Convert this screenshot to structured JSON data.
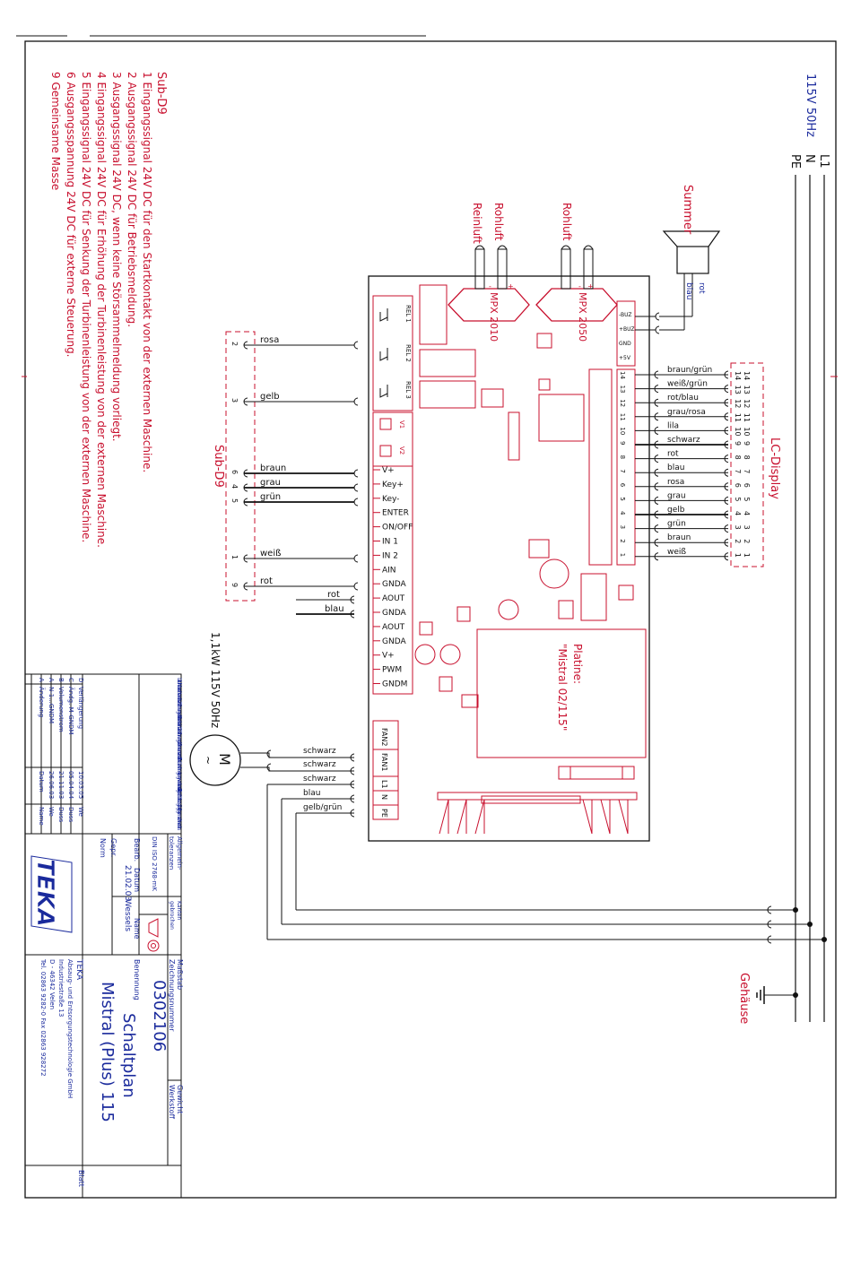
{
  "power": {
    "label": "115V 50Hz",
    "lines": [
      "L1",
      "N",
      "PE"
    ]
  },
  "housing_label": "Gehäuse",
  "summer": {
    "label": "Summer",
    "wires": [
      "rot",
      "blau"
    ]
  },
  "sensors": [
    {
      "name": "MPX 2050",
      "tube1": "Rohluft"
    },
    {
      "name": "MPX 2010",
      "tube1": "Rohluft",
      "tube2": "Reinluft"
    }
  ],
  "sensor_pins": [
    "-BUZ",
    "+BUZ",
    "GND",
    "+5V"
  ],
  "board_label": [
    "Platine:",
    "\"Mistral 02/115\""
  ],
  "relays": [
    "REL 1",
    "REL 2",
    "REL 3"
  ],
  "v_labels": [
    "V1",
    "V2"
  ],
  "terminals_upper": [
    "V+",
    "Key+",
    "Key-",
    "ENTER",
    "ON/OFF",
    "IN 1",
    "IN 2",
    "AIN",
    "GNDA",
    "AOUT",
    "GNDA",
    "AOUT",
    "GNDA",
    "V+",
    "PWM",
    "GNDM"
  ],
  "terminals_lower": [
    "FAN2",
    "FAN1",
    "L1",
    "N",
    "PE"
  ],
  "sub_d9": {
    "title": "Sub-D9",
    "pins": [
      {
        "pin": "2",
        "color": "rosa"
      },
      {
        "pin": "3",
        "color": "gelb"
      },
      {
        "pin": "6",
        "color": "braun"
      },
      {
        "pin": "4",
        "color": "grau"
      },
      {
        "pin": "5",
        "color": "grün"
      },
      {
        "pin": "1",
        "color": "weiß"
      },
      {
        "pin": "9",
        "color": "rot"
      }
    ]
  },
  "aout_wires": [
    "rot",
    "blau"
  ],
  "motor": {
    "symbol": "M",
    "tilde": "~",
    "label": "1,1kW 115V 50Hz"
  },
  "motor_wires": [
    "schwarz",
    "schwarz"
  ],
  "mains_wires": [
    "schwarz",
    "blau",
    "gelb/grün"
  ],
  "lcd": {
    "title": "LC-Display",
    "pins": [
      {
        "num": "14",
        "color": "braun/grün"
      },
      {
        "num": "13",
        "color": "weiß/grün"
      },
      {
        "num": "12",
        "color": "rot/blau"
      },
      {
        "num": "11",
        "color": "grau/rosa"
      },
      {
        "num": "10",
        "color": "lila"
      },
      {
        "num": "9",
        "color": "schwarz"
      },
      {
        "num": "8",
        "color": "rot"
      },
      {
        "num": "7",
        "color": "blau"
      },
      {
        "num": "6",
        "color": "rosa"
      },
      {
        "num": "5",
        "color": "grau"
      },
      {
        "num": "4",
        "color": "gelb"
      },
      {
        "num": "3",
        "color": "grün"
      },
      {
        "num": "2",
        "color": "braun"
      },
      {
        "num": "1",
        "color": "weiß"
      }
    ]
  },
  "legend": {
    "title": "Sub-D9",
    "items": [
      "1   Eingangssignal 24V DC für den Startkontakt von der externen Maschine.",
      "2   Ausgangssignal 24V DC für Betriebsmeldung.",
      "3   Ausgangssignal 24V DC, wenn keine Störsammelmeldung vorliegt.",
      "4   Eingangssignal 24V DC für Erhöhung der Turbinenleistung von der externen Maschine.",
      "5   Eingangssignal 24V DC für Senkung der Turbinenleistung von der externen Maschine.",
      "6   Ausgangsspannung 24V DC für externe Steuerung.",
      "9   Gemeinsame Masse"
    ]
  },
  "title_block": {
    "notice": "Die Urheberrechte an dieser Zeichnung verbleiben bei uns. Die Zeichnung darf ohne unsere schriftliche Genehmigung weder vervielfältigt noch Dritten zugänglich gemacht werden.",
    "revisions": [
      {
        "idx": "D",
        "text": "Verlängerung",
        "date": "10.03.05",
        "name": "We"
      },
      {
        "idx": "C",
        "text": "Ändg. M-GNDM",
        "date": "05.04.04",
        "name": "Duss"
      },
      {
        "idx": "B",
        "text": "Volumenstrom",
        "date": "21.11.03",
        "name": "Duss"
      },
      {
        "idx": "A",
        "text": "N-1...GNDM",
        "date": "26.06.03",
        "name": "We"
      }
    ],
    "rev_header": {
      "idx": "A",
      "text": "Änderung",
      "date": "Datum",
      "name": "Name"
    },
    "tolerances": [
      "Allgemein-",
      "toleranzen",
      "DIN ISO 2768-mK"
    ],
    "surface": [
      "Kanten",
      "gebrochen"
    ],
    "drawn": {
      "label": "Bearb.",
      "date": "21.02.03",
      "name": "Wessels"
    },
    "checked": "Gepr.",
    "norm": "Norm",
    "date_header": "Datum",
    "name_header": "Name",
    "scale_label": "Maßstab",
    "drawing_number_label": "Zeichnungsnummer",
    "drawing_number": "0302106",
    "weight_label": "Gewicht",
    "material_label": "Werkstoff",
    "designation_label": "Benennung",
    "title1": "Schaltplan",
    "title2": "Mistral (Plus) 115",
    "company": [
      "TEKA",
      "Absaug- und Entsorgungstechnologie GmbH",
      "Industriestraße 13",
      "D - 46342 Velen",
      "Tel. 02863 9282-0   Fax 02863 928272"
    ],
    "logo": "TEKA",
    "sheet_label": "Blatt"
  },
  "colors": {
    "red": "#c8102e",
    "blue": "#1a2a9c",
    "black": "#111111"
  }
}
